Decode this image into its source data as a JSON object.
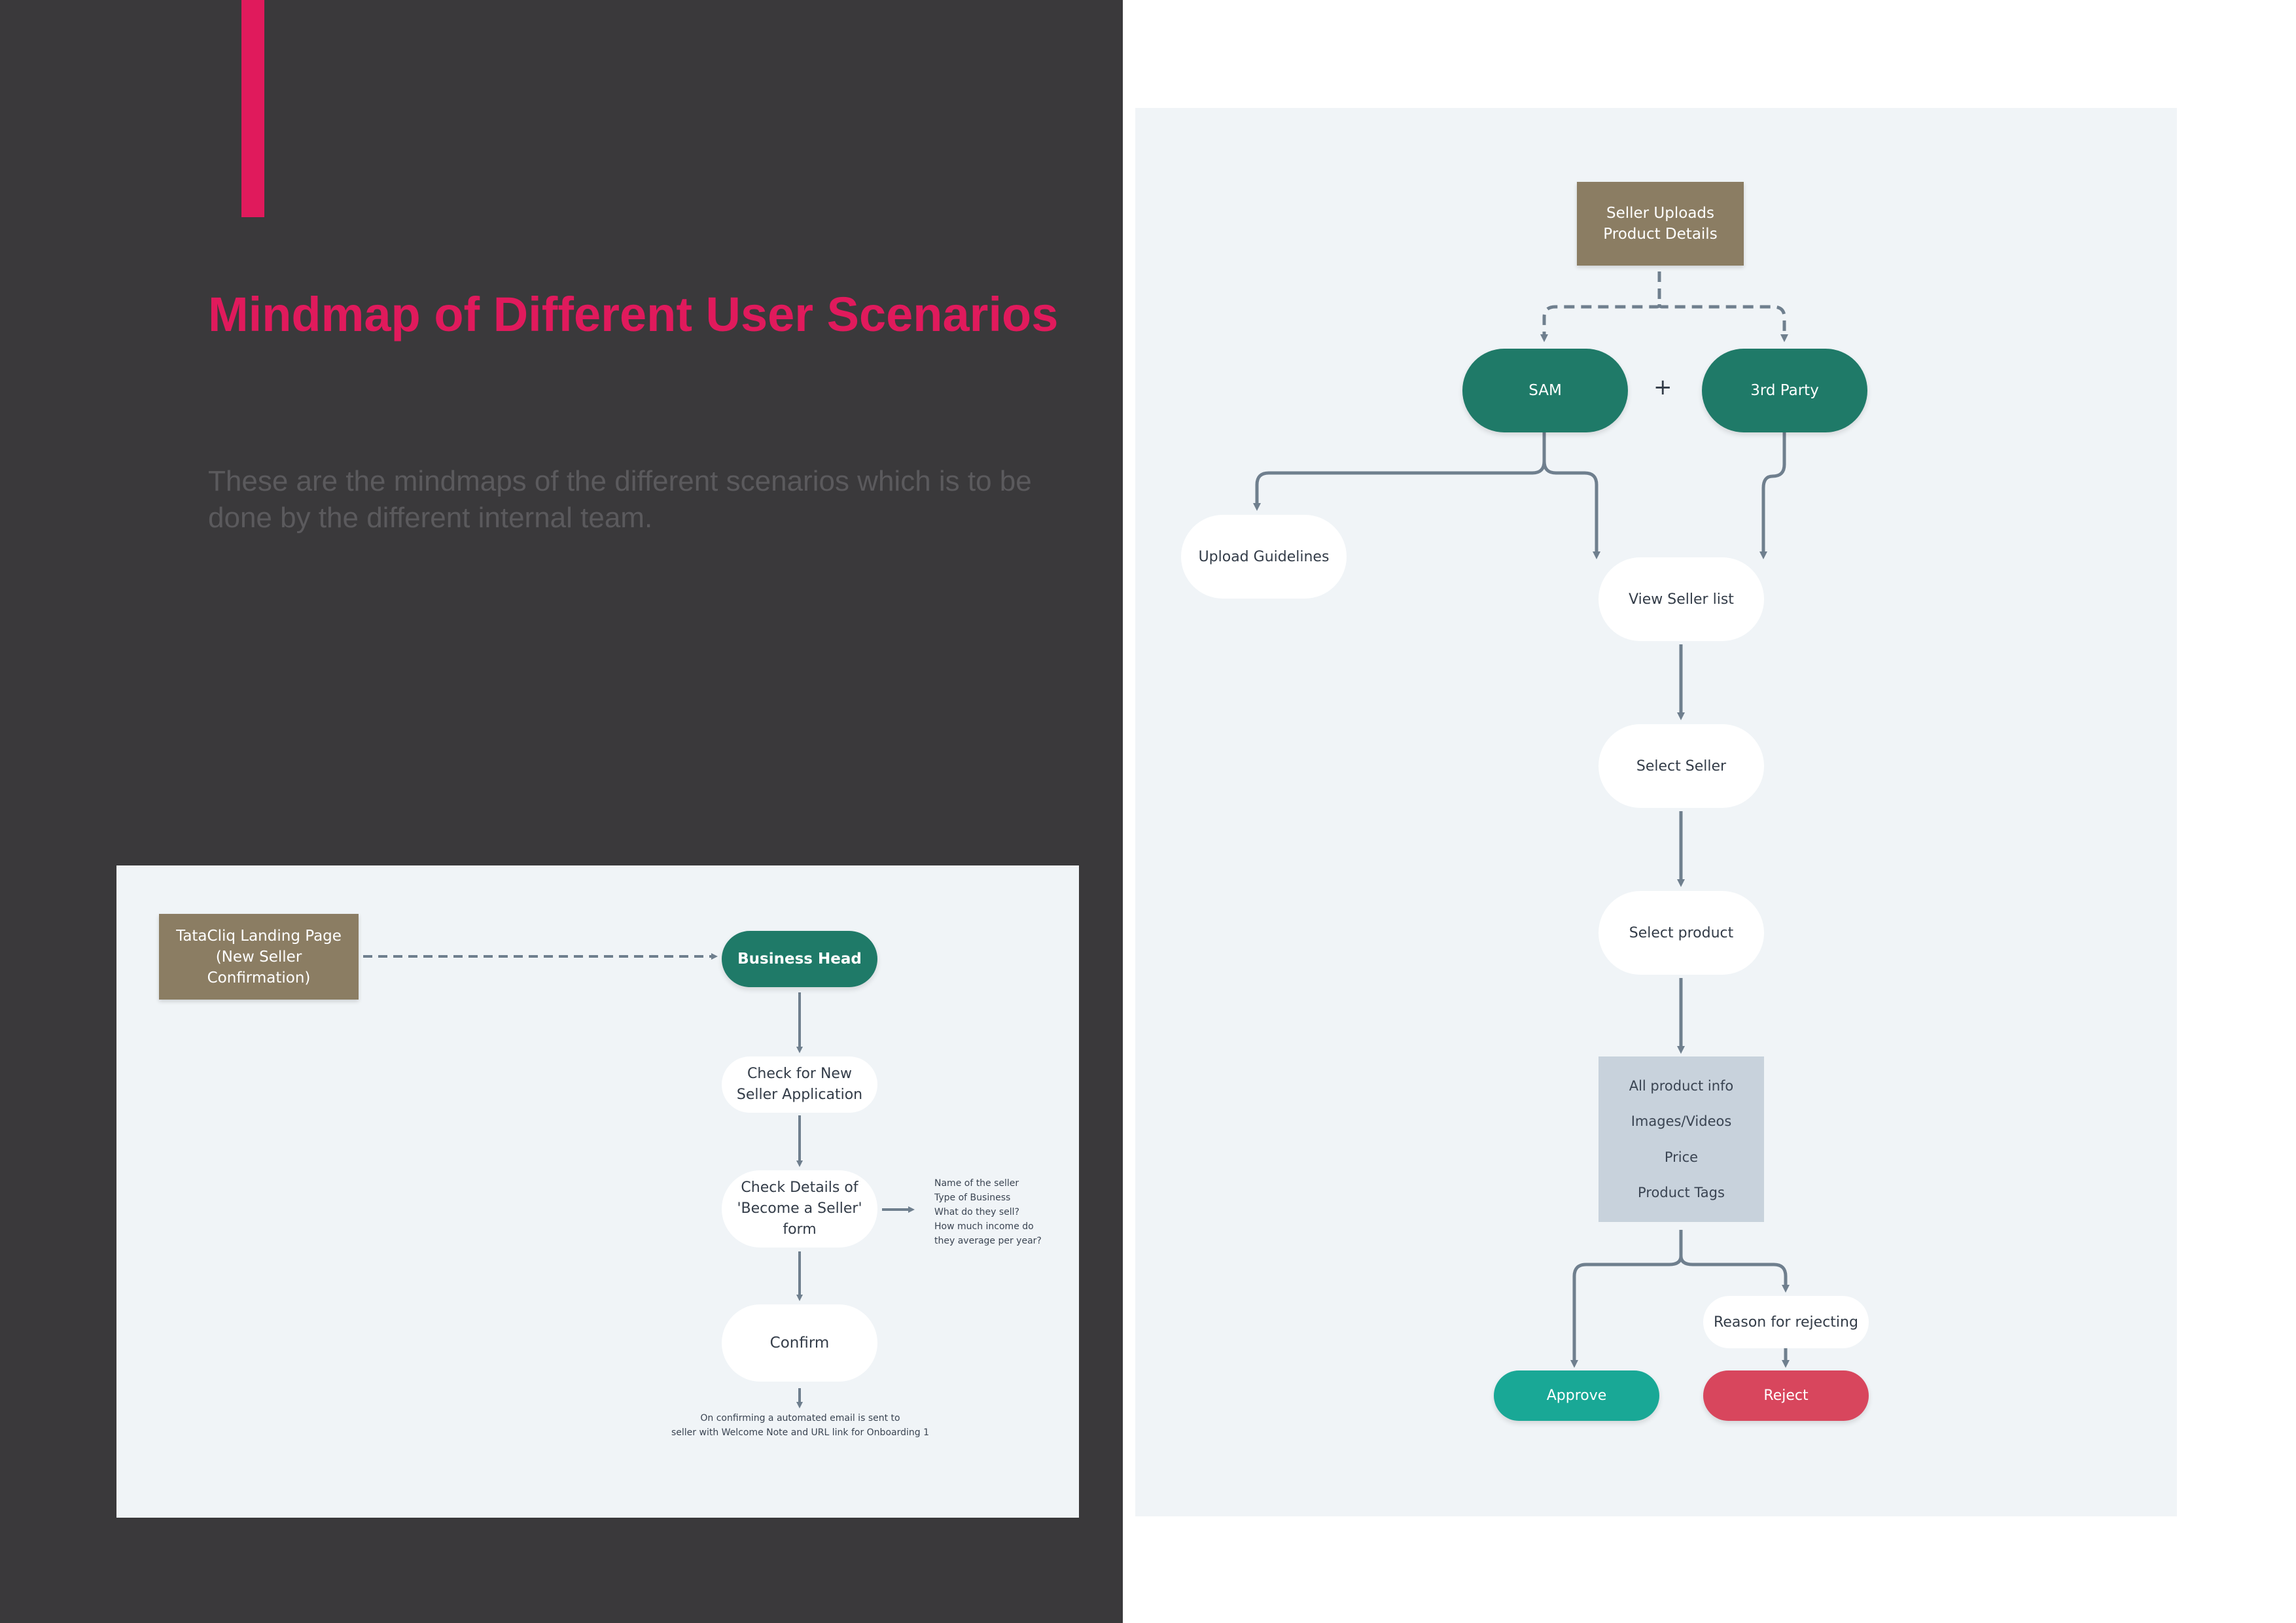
{
  "header": {
    "title": "Mindmap of Different User Scenarios",
    "description": "These are the mindmaps of the different scenarios which is to be done by the different internal team."
  },
  "onboarding_flow": {
    "start": "TataCliq Landing Page (New Seller Confirmation)",
    "business_head": "Business Head",
    "check_application": "Check for New Seller Application",
    "check_details": "Check Details of 'Become a Seller' form",
    "details_notes": [
      "Name of the seller",
      "Type of Business",
      "What do they sell?",
      "How much income do",
      "they average per year?"
    ],
    "confirm": "Confirm",
    "confirm_note_1": "On confirming a automated email is sent to",
    "confirm_note_2": "seller with Welcome Note and URL link for Onboarding 1"
  },
  "product_flow": {
    "start": "Seller Uploads Product Details",
    "sam": "SAM",
    "plus": "+",
    "third_party": "3rd Party",
    "upload_guidelines": "Upload Guidelines",
    "view_seller_list": "View Seller list",
    "select_seller": "Select Seller",
    "select_product": "Select product",
    "product_info": [
      "All product info",
      "Images/Videos",
      "Price",
      "Product Tags"
    ],
    "reason_rejecting": "Reason for rejecting",
    "approve": "Approve",
    "reject": "Reject"
  },
  "colors": {
    "accent": "#e01a5c",
    "dark_background": "#3a393b",
    "panel": "#f0f4f7",
    "teal": "#1f7a68",
    "brown": "#8b7d63",
    "approve": "#19a896",
    "reject": "#d8465d",
    "connector": "#6f7f8e"
  }
}
